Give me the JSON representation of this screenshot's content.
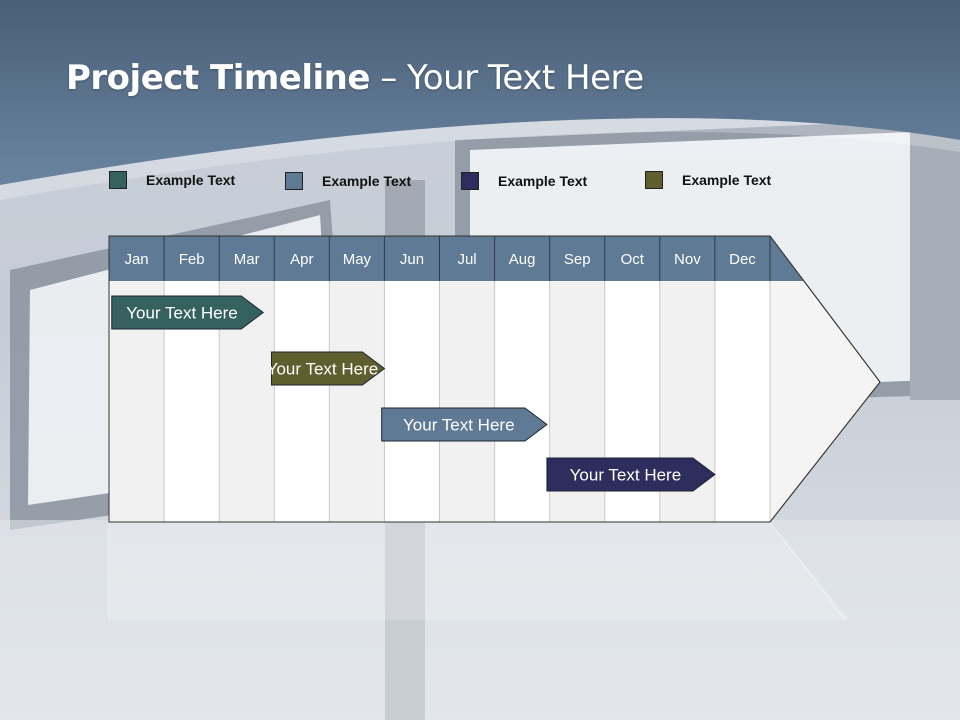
{
  "slide": {
    "title_bold": "Project Timeline",
    "title_rest": " – Your Text Here"
  },
  "legend": [
    {
      "label": "Example Text",
      "color": "#35625F"
    },
    {
      "label": "Example Text",
      "color": "#5E7A94"
    },
    {
      "label": "Example Text",
      "color": "#2D2D5E"
    },
    {
      "label": "Example Text",
      "color": "#5E5E2E"
    }
  ],
  "timeline": {
    "months": [
      "Jan",
      "Feb",
      "Mar",
      "Apr",
      "May",
      "Jun",
      "Jul",
      "Aug",
      "Sep",
      "Oct",
      "Nov",
      "Dec"
    ],
    "header_color": "#5E7A94",
    "tasks": [
      {
        "label": "Your  Text Here",
        "start_month": 1.05,
        "end_month": 3.8,
        "color": "#35625F"
      },
      {
        "label": "Your  Text Here",
        "start_month": 3.95,
        "end_month": 6.0,
        "color": "#5E5E2E"
      },
      {
        "label": "Your  Text Here",
        "start_month": 5.95,
        "end_month": 8.95,
        "color": "#5E7A94"
      },
      {
        "label": "Your  Text Here",
        "start_month": 8.95,
        "end_month": 12.0,
        "color": "#2D2D5E"
      }
    ]
  }
}
